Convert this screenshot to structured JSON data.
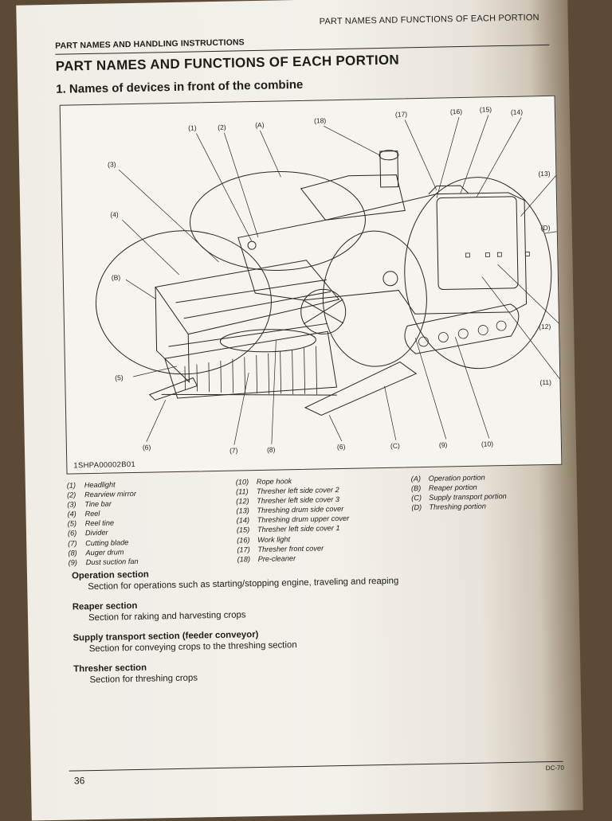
{
  "header": {
    "left": "PART NAMES AND HANDLING INSTRUCTIONS",
    "right": "PART NAMES AND FUNCTIONS OF EACH PORTION"
  },
  "title": "PART NAMES AND FUNCTIONS OF EACH PORTION",
  "subtitle": "1. Names of devices in front of the combine",
  "figure": {
    "code": "1SHPA00002B01",
    "callouts": [
      "(1)",
      "(2)",
      "(A)",
      "(18)",
      "(17)",
      "(16)",
      "(15)",
      "(14)",
      "(3)",
      "(13)",
      "(4)",
      "(D)",
      "(B)",
      "(12)",
      "(5)",
      "(11)",
      "(6)",
      "(7)",
      "(8)",
      "(6)",
      "(C)",
      "(9)",
      "(10)"
    ]
  },
  "legend": {
    "col1": [
      {
        "num": "(1)",
        "text": "Headlight"
      },
      {
        "num": "(2)",
        "text": "Rearview mirror"
      },
      {
        "num": "(3)",
        "text": "Tine bar"
      },
      {
        "num": "(4)",
        "text": "Reel"
      },
      {
        "num": "(5)",
        "text": "Reel tine"
      },
      {
        "num": "(6)",
        "text": "Divider"
      },
      {
        "num": "(7)",
        "text": "Cutting blade"
      },
      {
        "num": "(8)",
        "text": "Auger drum"
      },
      {
        "num": "(9)",
        "text": "Dust suction fan"
      }
    ],
    "col2": [
      {
        "num": "(10)",
        "text": "Rope hook"
      },
      {
        "num": "(11)",
        "text": "Thresher left side cover 2"
      },
      {
        "num": "(12)",
        "text": "Thresher left side cover 3"
      },
      {
        "num": "(13)",
        "text": "Threshing drum side cover"
      },
      {
        "num": "(14)",
        "text": "Threshing drum upper cover"
      },
      {
        "num": "(15)",
        "text": "Thresher left side cover 1"
      },
      {
        "num": "(16)",
        "text": "Work light"
      },
      {
        "num": "(17)",
        "text": "Thresher front cover"
      },
      {
        "num": "(18)",
        "text": "Pre-cleaner"
      }
    ],
    "col3": [
      {
        "num": "(A)",
        "text": "Operation portion"
      },
      {
        "num": "(B)",
        "text": "Reaper portion"
      },
      {
        "num": "(C)",
        "text": "Supply transport portion"
      },
      {
        "num": "(D)",
        "text": "Threshing portion"
      }
    ]
  },
  "sections": [
    {
      "title": "Operation section",
      "desc": "Section for operations such as starting/stopping engine, traveling and reaping"
    },
    {
      "title": "Reaper section",
      "desc": "Section for raking and harvesting crops"
    },
    {
      "title": "Supply transport section (feeder conveyor)",
      "desc": "Section for conveying crops to the threshing section"
    },
    {
      "title": "Thresher section",
      "desc": "Section for threshing crops"
    }
  ],
  "footer": {
    "page_number": "36",
    "doc_code": "DC-70"
  }
}
